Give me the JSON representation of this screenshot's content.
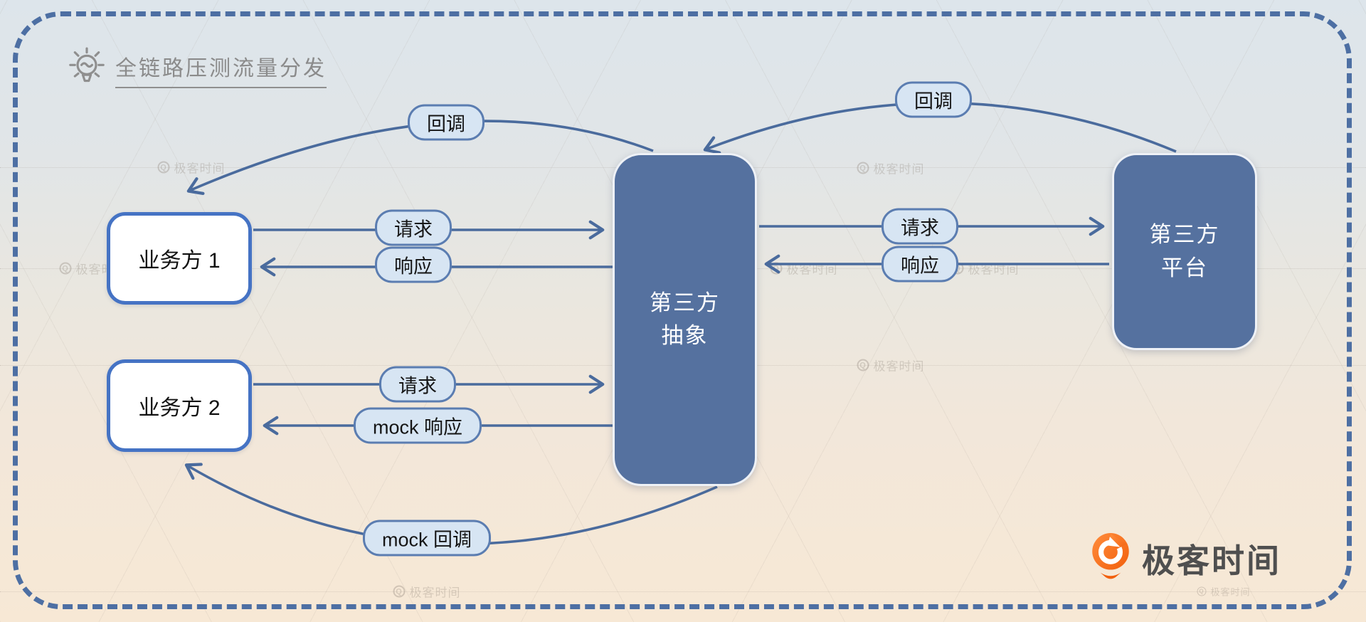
{
  "title": {
    "text": "全链路压测流量分发"
  },
  "nodes": {
    "business1": {
      "label": "业务方 1"
    },
    "business2": {
      "label": "业务方 2"
    },
    "abstraction": {
      "label": "第三方\n抽象"
    },
    "platform": {
      "label": "第三方\n平台"
    }
  },
  "edge_labels": {
    "b1_request": "请求",
    "b1_response": "响应",
    "b1_callback": "回调",
    "b2_request": "请求",
    "b2_mock_response": "mock 响应",
    "b2_mock_callback": "mock 回调",
    "platform_request": "请求",
    "platform_response": "响应",
    "platform_callback": "回调"
  },
  "watermark": {
    "glyph": "Q",
    "text": "极客时间"
  },
  "logo": {
    "text": "极客时间"
  },
  "colors": {
    "connector_line": "#4a6b9d",
    "dashed_border": "#4d6fa3",
    "dark_node_fill": "#55719f",
    "dark_node_text": "#ffffff",
    "business_node_border": "#4573c4",
    "pill_fill": "#d7e5f3",
    "pill_border": "#5b7db1",
    "title_text": "#8b8b8b",
    "logo_orange": "#f2600d",
    "logo_text": "#4f4f4f",
    "background_top": "#dde5eb",
    "background_bottom": "#f7e8d5"
  }
}
